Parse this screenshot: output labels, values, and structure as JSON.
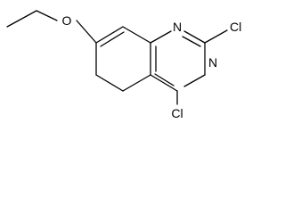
{
  "molecule": {
    "atoms": {
      "oxygen": "O",
      "nitrogen_1": "N",
      "nitrogen_3": "N",
      "chlorine_2": "Cl",
      "chlorine_4": "Cl"
    },
    "colors": {
      "bond": "#000000",
      "label": "#000000",
      "background": "#ffffff"
    }
  }
}
